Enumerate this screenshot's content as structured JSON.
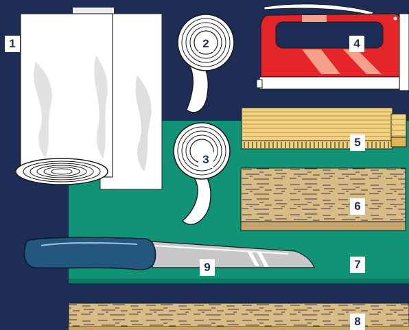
{
  "labels": {
    "plastic_roll": "1",
    "tape_roll_top": "2",
    "tape_roll_bottom": "3",
    "staple_gun": "4",
    "folding_ruler": "5",
    "wood_block": "6",
    "cutting_mat": "7",
    "wood_strip": "8",
    "bread_knife": "9"
  },
  "colors": {
    "background": "#1d2d55",
    "mat": "#119475",
    "staple_gun": "#e52528",
    "wood": "#d9bb85",
    "ruler": "#f2d382",
    "knife_handle": "#24577d"
  }
}
